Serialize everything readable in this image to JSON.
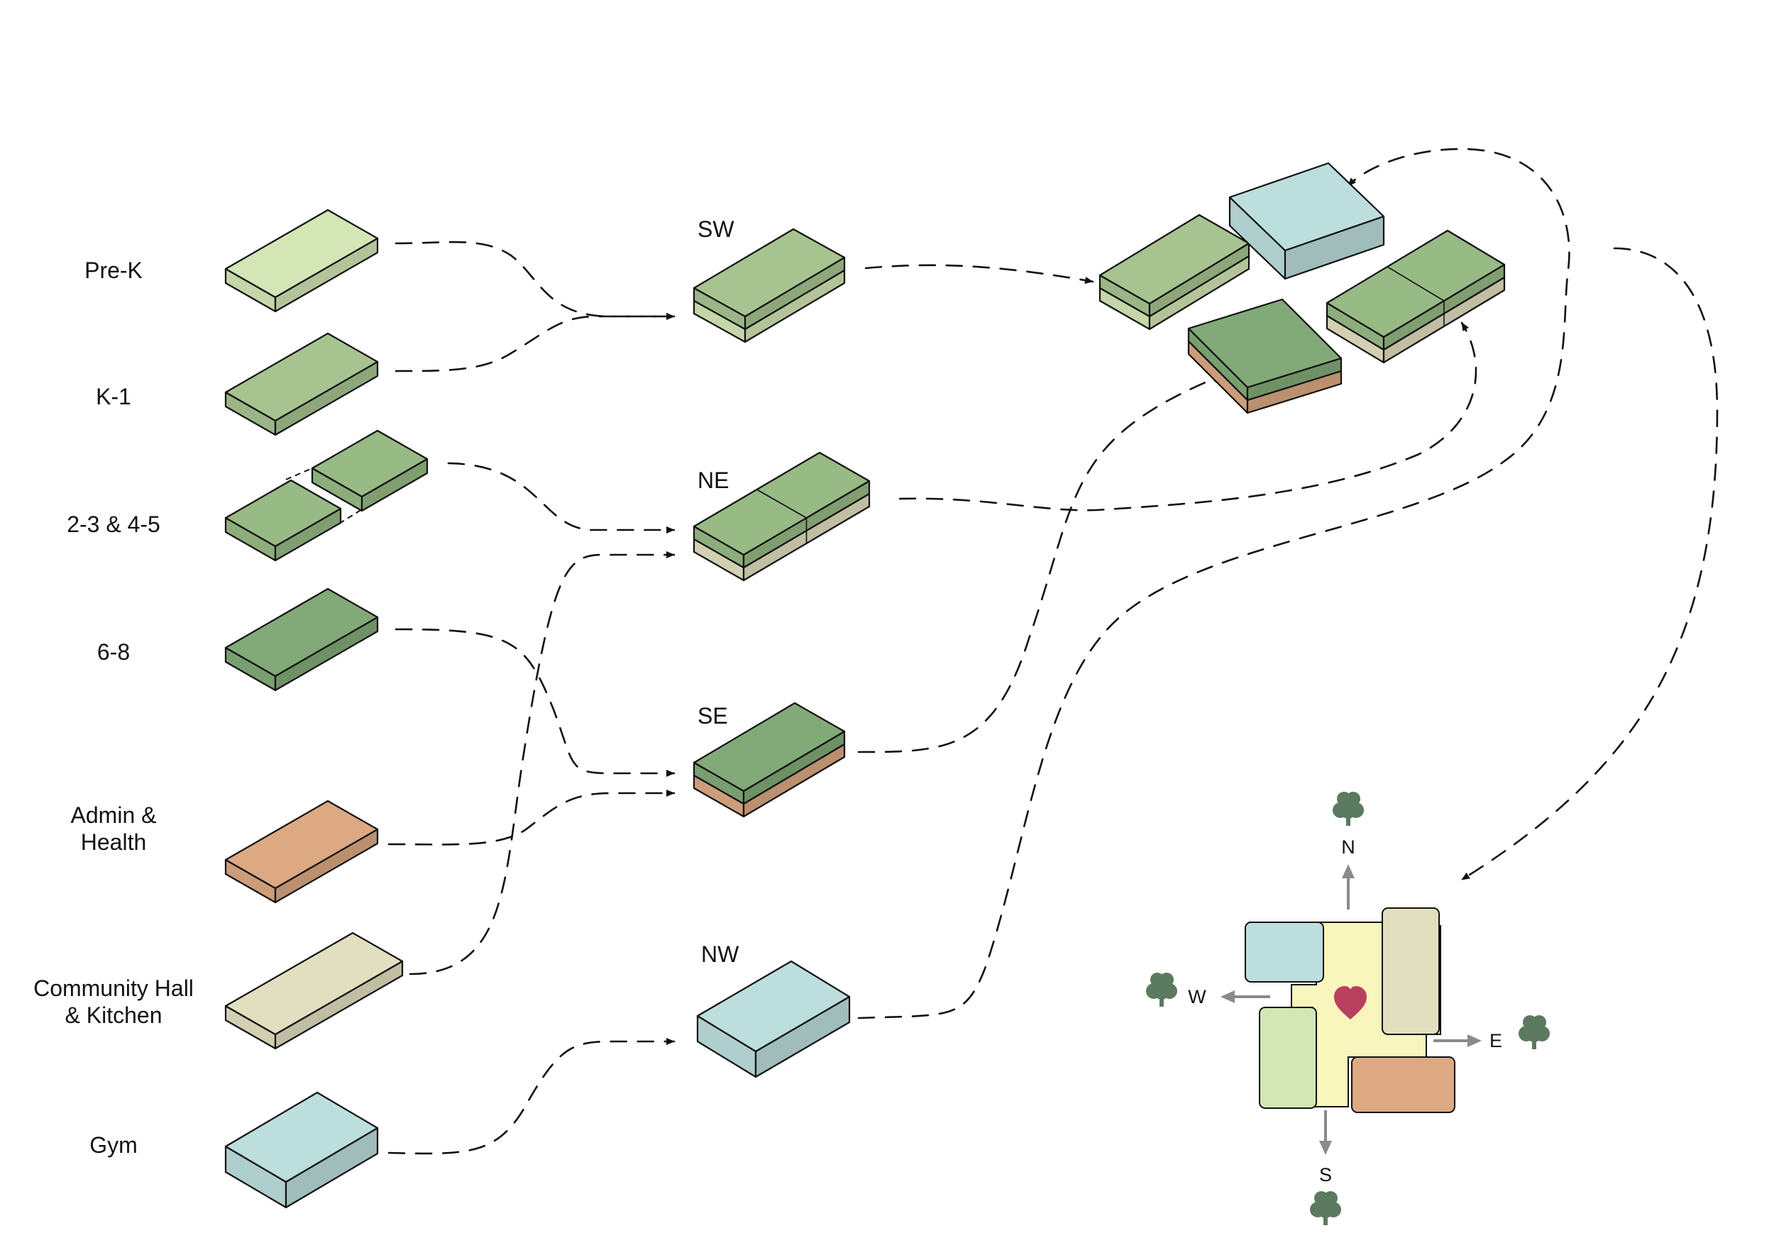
{
  "program_labels": {
    "prek": "Pre-K",
    "k1": "K-1",
    "g2345": "2-3 & 4-5",
    "g68": "6-8",
    "admin_1": "Admin &",
    "admin_2": "Health",
    "community_1": "Community Hall",
    "community_2": "& Kitchen",
    "gym": "Gym"
  },
  "zone_labels": {
    "sw": "SW",
    "ne": "NE",
    "se": "SE",
    "nw": "NW"
  },
  "compass": {
    "north": "N",
    "south": "S",
    "east": "E",
    "west": "W"
  },
  "colors": {
    "prek": "#d4e6b5",
    "k1": "#a7c490",
    "g2345": "#98ba85",
    "g68": "#82aa78",
    "admin": "#dca983",
    "community": "#e2dfc0",
    "gym": "#bcdedd",
    "courtyard": "#f8f5bd",
    "heart": "#b8405e",
    "tree": "#5b7a5f",
    "arrow": "#8a8a8a"
  },
  "icons": [
    "heart-icon",
    "tree-icon",
    "arrow-icon"
  ]
}
